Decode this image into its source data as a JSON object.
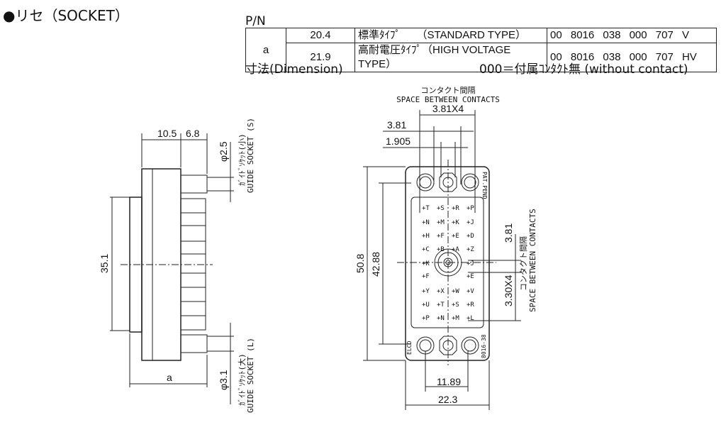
{
  "header": {
    "title": "●リセ（SOCKET）",
    "pn_label": "P/N"
  },
  "pn_table": {
    "col_a": "a",
    "rows": [
      {
        "a_value": "20.4",
        "type": "標準ﾀｲﾌﾟ　　（STANDARD TYPE）",
        "code": "00 8016 038 000 707 V"
      },
      {
        "a_value": "21.9",
        "type": "高耐電圧ﾀｲﾌﾟ（HIGH VOLTAGE TYPE）",
        "code": "00 8016 038 000 707 HV"
      }
    ]
  },
  "dimension_label": "寸法(Dimension)",
  "note": "000＝付属ｺﾝﾀｸﾄ無 (without contact)",
  "side_view": {
    "dim_top_left": "10.5",
    "dim_top_right": "6.8",
    "dim_height": "35.1",
    "dim_a": "a",
    "guide_small_dia": "φ2.5",
    "guide_small_jp": "ｶﾞｲﾄﾞｿｹｯﾄ(小)",
    "guide_small_en": "GUIDE SOCKET (S)",
    "guide_large_dia": "φ3.1",
    "guide_large_jp": "ｶﾞｲﾄﾞｿｹｯﾄ(大)",
    "guide_large_en": "GUIDE SOCKET (L)"
  },
  "front_view": {
    "space_jp": "コンタクト間隔",
    "space_en": "SPACE BETWEEN CONTACTS",
    "dim_pitch_x4": "3.81X4",
    "dim_pitch": "3.81",
    "dim_half_pitch": "1.905",
    "dim_outer_height": "50.8",
    "dim_inner_height": "42.88",
    "dim_inner_width": "11.89",
    "dim_outer_width": "22.3",
    "dim_right_pitch": "3.81",
    "dim_right_pitch_x4": "3.30X4",
    "right_space_jp": "コンタクト間隔",
    "right_space_en": "SPACE BETWEEN CONTACTS",
    "mark_top": "PAT.PEND",
    "mark_bottom_left": "ELCO",
    "mark_bottom_right": "8016-38",
    "contacts": [
      "T",
      "S",
      "R",
      "P",
      "N",
      "M",
      "K",
      "J",
      "H",
      "F",
      "E",
      "D",
      "C",
      "B",
      "A",
      "Z",
      "Y",
      "X",
      "W",
      "V",
      "U",
      "T",
      "S",
      "R",
      "P",
      "N",
      "M",
      "L",
      "K",
      "J",
      "F",
      "E",
      "D",
      "C",
      "B",
      "A"
    ]
  }
}
